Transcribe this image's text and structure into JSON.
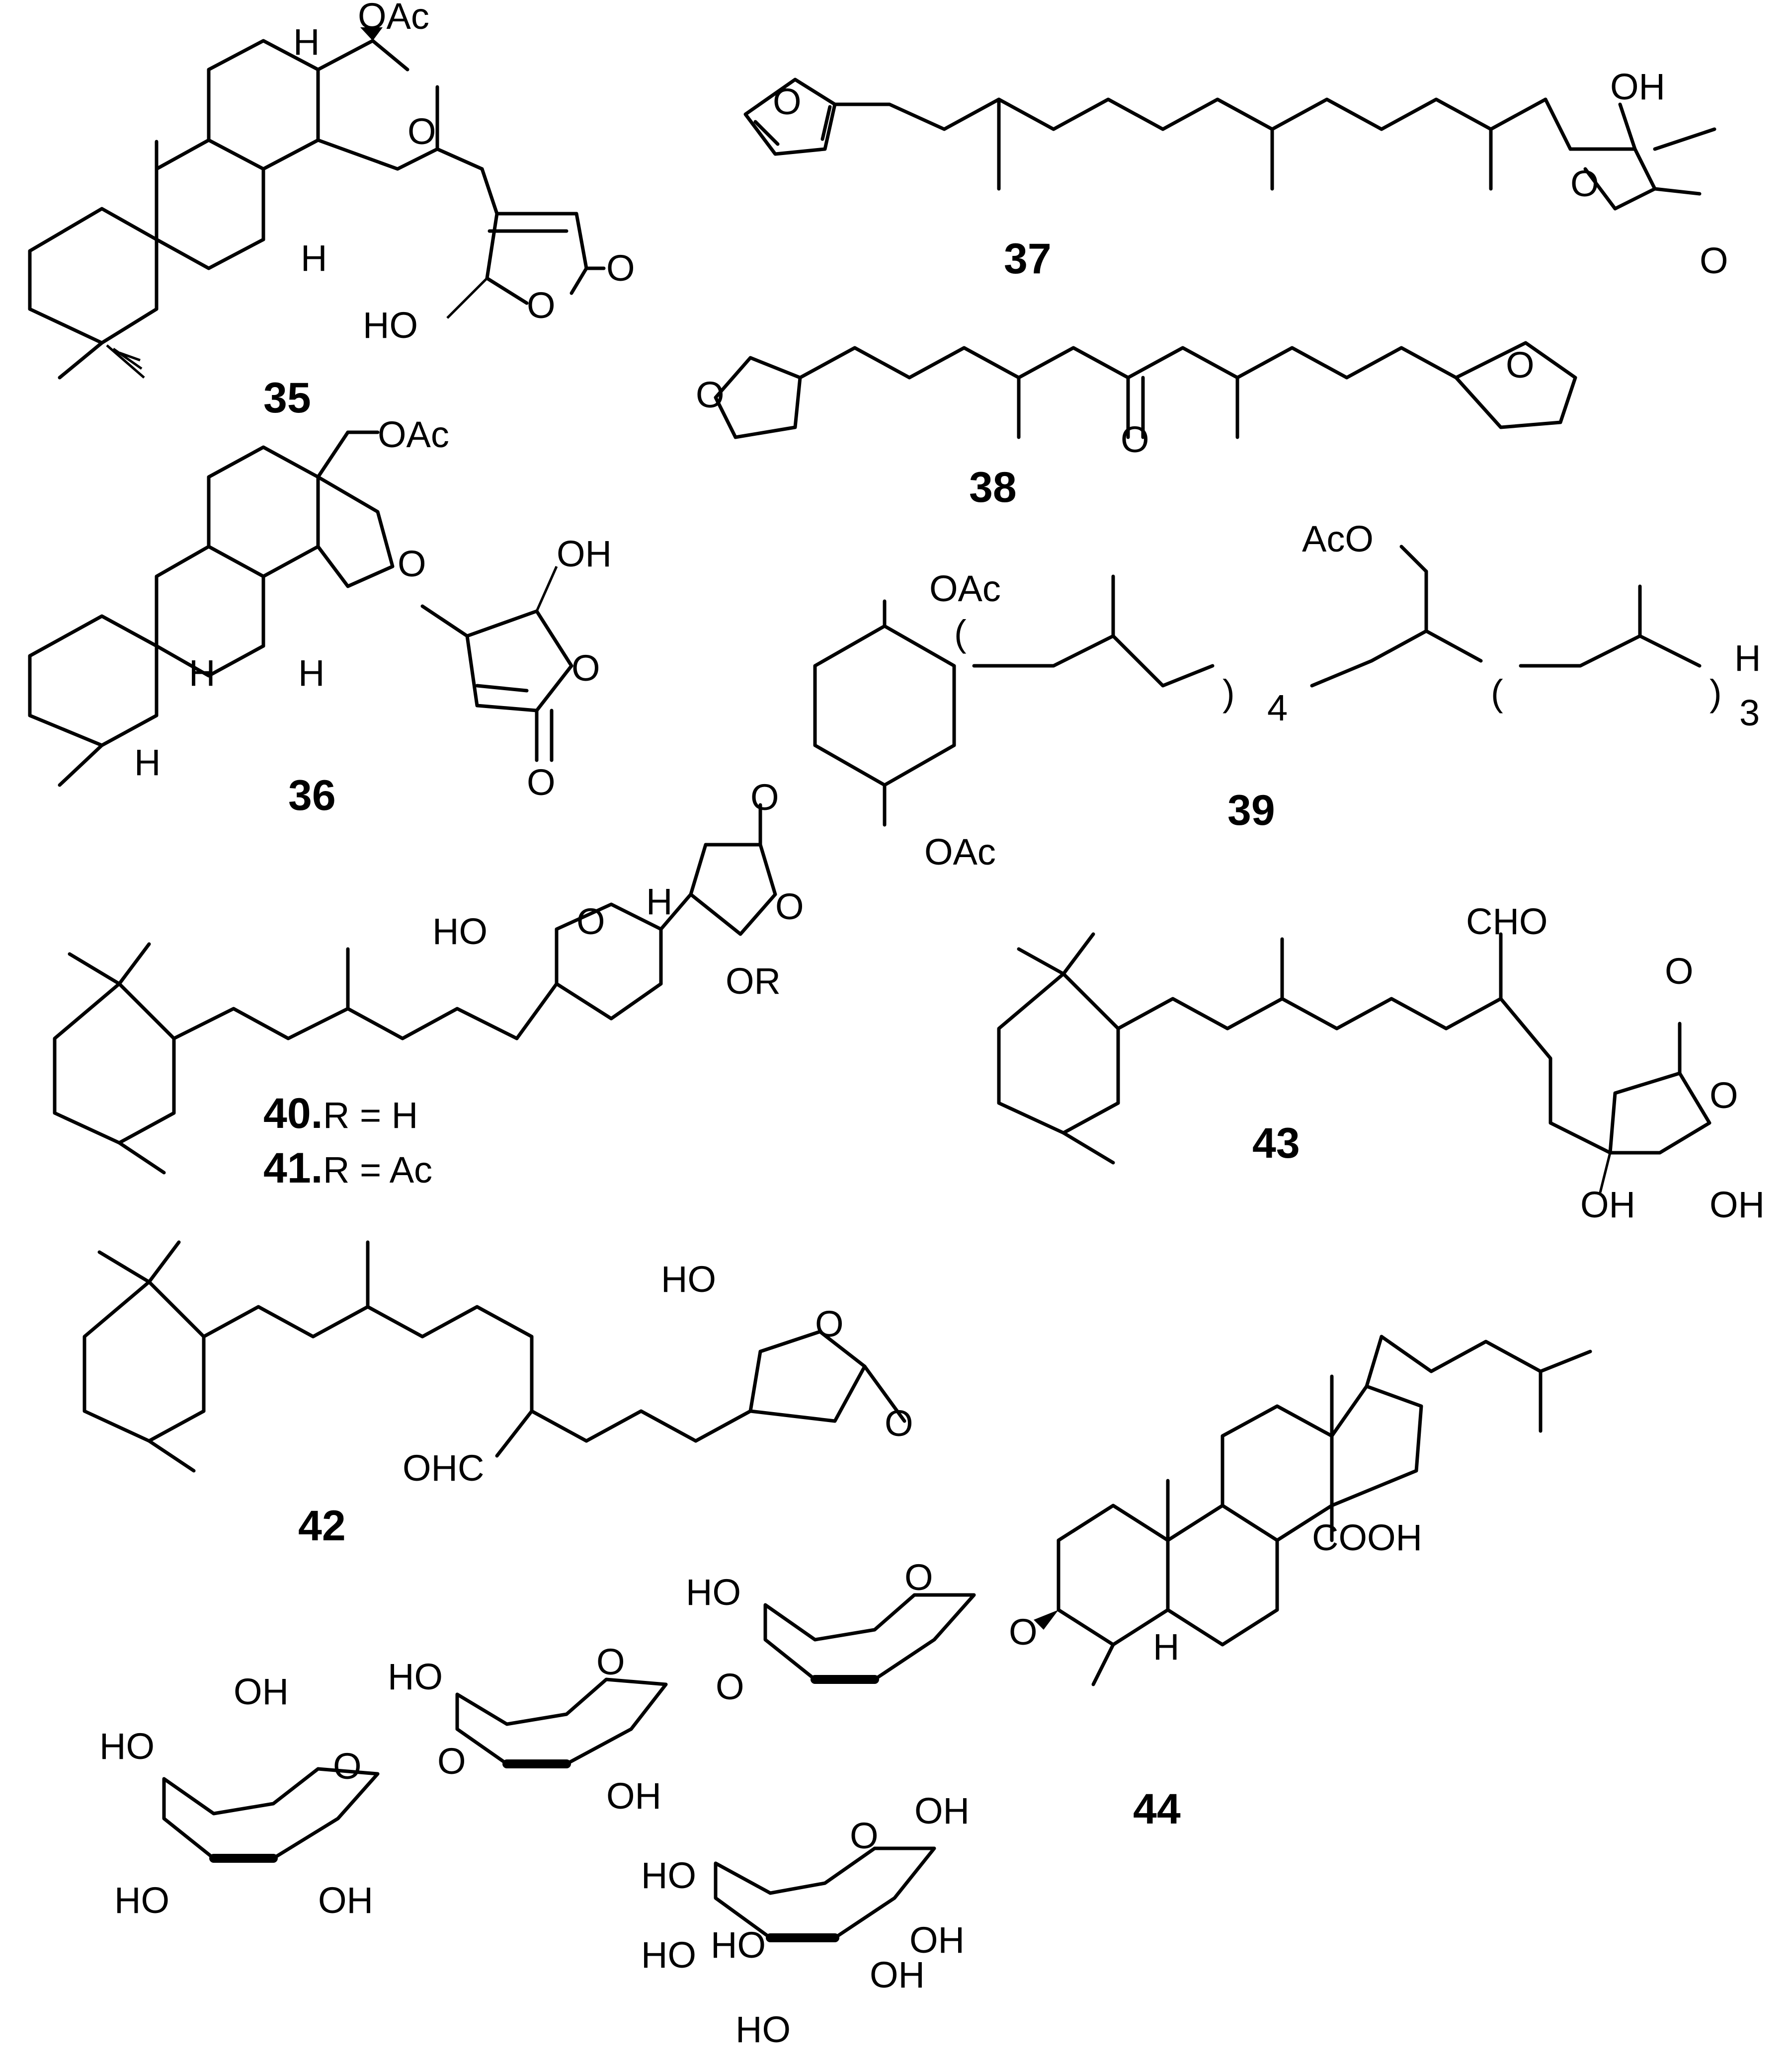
{
  "compounds": [
    {
      "id": "35",
      "label": "35",
      "atoms": [
        "OAc",
        "H",
        "O",
        "H",
        "O",
        "HO",
        "O"
      ]
    },
    {
      "id": "36",
      "label": "36",
      "atoms": [
        "OAc",
        "O",
        "OH",
        "O",
        "O",
        "H",
        "H",
        "H"
      ]
    },
    {
      "id": "37",
      "label": "37",
      "atoms": [
        "O",
        "OH",
        "O",
        "O"
      ]
    },
    {
      "id": "38",
      "label": "38",
      "atoms": [
        "O",
        "O",
        "O"
      ]
    },
    {
      "id": "39",
      "label": "39",
      "atoms": [
        "OAc",
        "OAc",
        "AcO",
        "H"
      ],
      "repeat_counts": [
        "4",
        "3"
      ]
    },
    {
      "id": "40",
      "label": "40.",
      "substituent": "R = H",
      "atoms": [
        "HO",
        "O",
        "H",
        "O",
        "O",
        "OR"
      ]
    },
    {
      "id": "41",
      "label": "41.",
      "substituent": "R = Ac"
    },
    {
      "id": "42",
      "label": "42",
      "atoms": [
        "HO",
        "O",
        "O",
        "OHC"
      ]
    },
    {
      "id": "43",
      "label": "43",
      "atoms": [
        "CHO",
        "O",
        "O",
        "OH",
        "OH"
      ]
    },
    {
      "id": "44",
      "label": "44",
      "atoms": [
        "COOH",
        "H",
        "O",
        "HO",
        "O",
        "O",
        "HO",
        "O",
        "OH",
        "O",
        "OH",
        "HO",
        "O",
        "OH",
        "HO",
        "OH",
        "O",
        "HO",
        "OH",
        "HO",
        "OH",
        "HO",
        "HO"
      ]
    }
  ]
}
